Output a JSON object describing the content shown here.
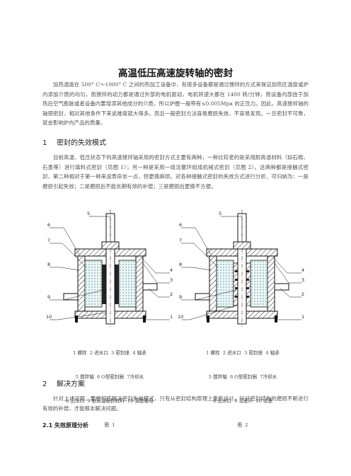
{
  "title": "高温低压高速旋转轴的密封",
  "intro": "加热温度在 500° C～1000° C 之间的热加工设备中，有很多设备都是通过搅拌的方式来保证加热区温度或炉内添加介质的均匀，而搅拌的动力都是通过外部的电机驱动，电机转速大都在 1400 转/分钟，而设备内部由于加热后空气膨胀或者设备内要增添其他成分的介质，所以炉膛一般带有≤0.005Mpa 的正压力。因此，高速搅拌轴的轴颈密封，相对其他条件下来说难度就大得多。而且一般密封方法容易磨损失效，不容易发现。一旦密封不可靠，就会影响炉内产品的质量。",
  "section1": {
    "num": "1",
    "title": "密封的失效模式",
    "text": "目前高温、低压状态下的高速搅拌轴采用的密封方式主要有两种，一种比较老的是采用耐高温材料（如石棉、石墨等）进行填料式密封（见图 1）；另一种是采用一组活塞环组成机械式密封（见图 2）。这两种都是接触式密封，第二种相对于第一种来说寿命长一点，但更换麻烦。对各种接触式密封的失效方式进行分析，可归纳为：一是磨损引起失效；二是磨损后不能长期有效的补偿；三是磨损后更换不方便。"
  },
  "figure1": {
    "callouts": [
      "5",
      "6",
      "7",
      "8",
      "9",
      "10",
      "4",
      "3",
      "2",
      "1"
    ],
    "legend": [
      "1 螺栓  2 进水口  3 密封座  4 轴承",
      "5 搅拌轴  6 O型密封圈  7冷却水",
      "8 出水口  9 耐高温密封材料  10 调整螺母"
    ],
    "caption": "图  1"
  },
  "figure2": {
    "callouts": [
      "5",
      "6",
      "7",
      "8",
      "9",
      "10",
      "4",
      "3",
      "2",
      "1"
    ],
    "legend": [
      "1 螺栓  2 进水口  3 密封座  4 轴承",
      "5 搅拌轴  6 O型密封圈  7冷却水",
      "8 出水口  9 活塞环  10 活塞"
    ],
    "caption": "图  2"
  },
  "section2": {
    "num": "2",
    "title": "解决方案",
    "text": "针对上述问题，要想彻底解决密封失效模式，只有从密封结构原理上重新设计，针对密封结构的磨损不断进行有效的补偿，才能根本解决问题。"
  },
  "subsection21": {
    "title": "2.1 失效原理分析"
  }
}
